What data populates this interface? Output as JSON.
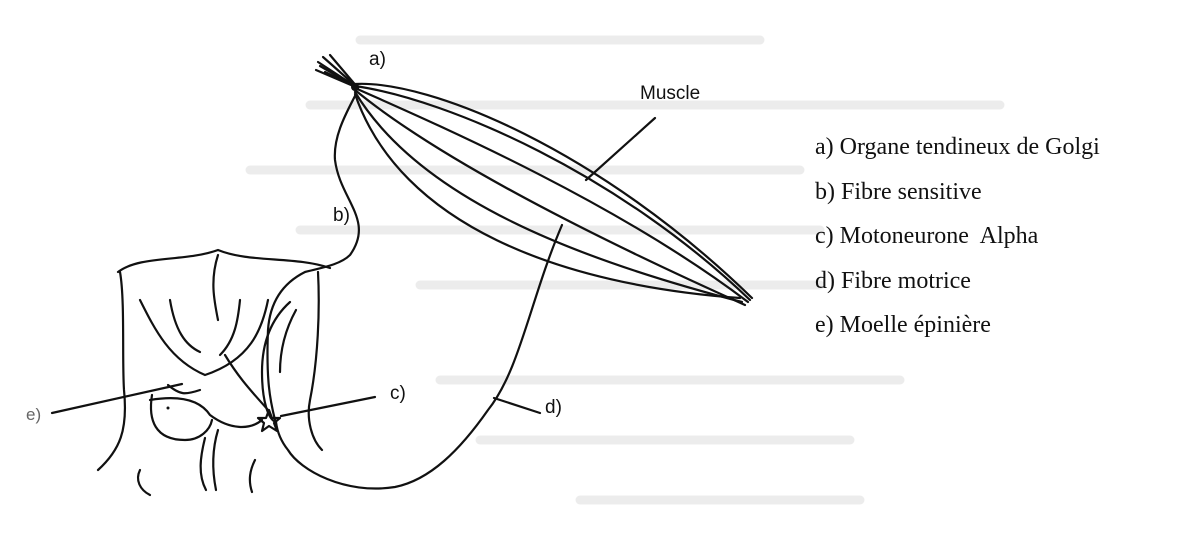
{
  "diagram": {
    "labels": {
      "a": "a)",
      "b": "b)",
      "c": "c)",
      "d": "d)",
      "e": "e)",
      "muscle": "Muscle"
    },
    "legend": [
      {
        "letter": "a)",
        "text": "Organe tendineux de Golgi"
      },
      {
        "letter": "b)",
        "text": "Fibre sensitive"
      },
      {
        "letter": "c)",
        "text": "Motoneurone  Alpha"
      },
      {
        "letter": "d)",
        "text": "Fibre motrice"
      },
      {
        "letter": "e)",
        "text": "Moelle épinière"
      }
    ]
  },
  "colors": {
    "ink": "#111111",
    "background": "#ffffff"
  }
}
